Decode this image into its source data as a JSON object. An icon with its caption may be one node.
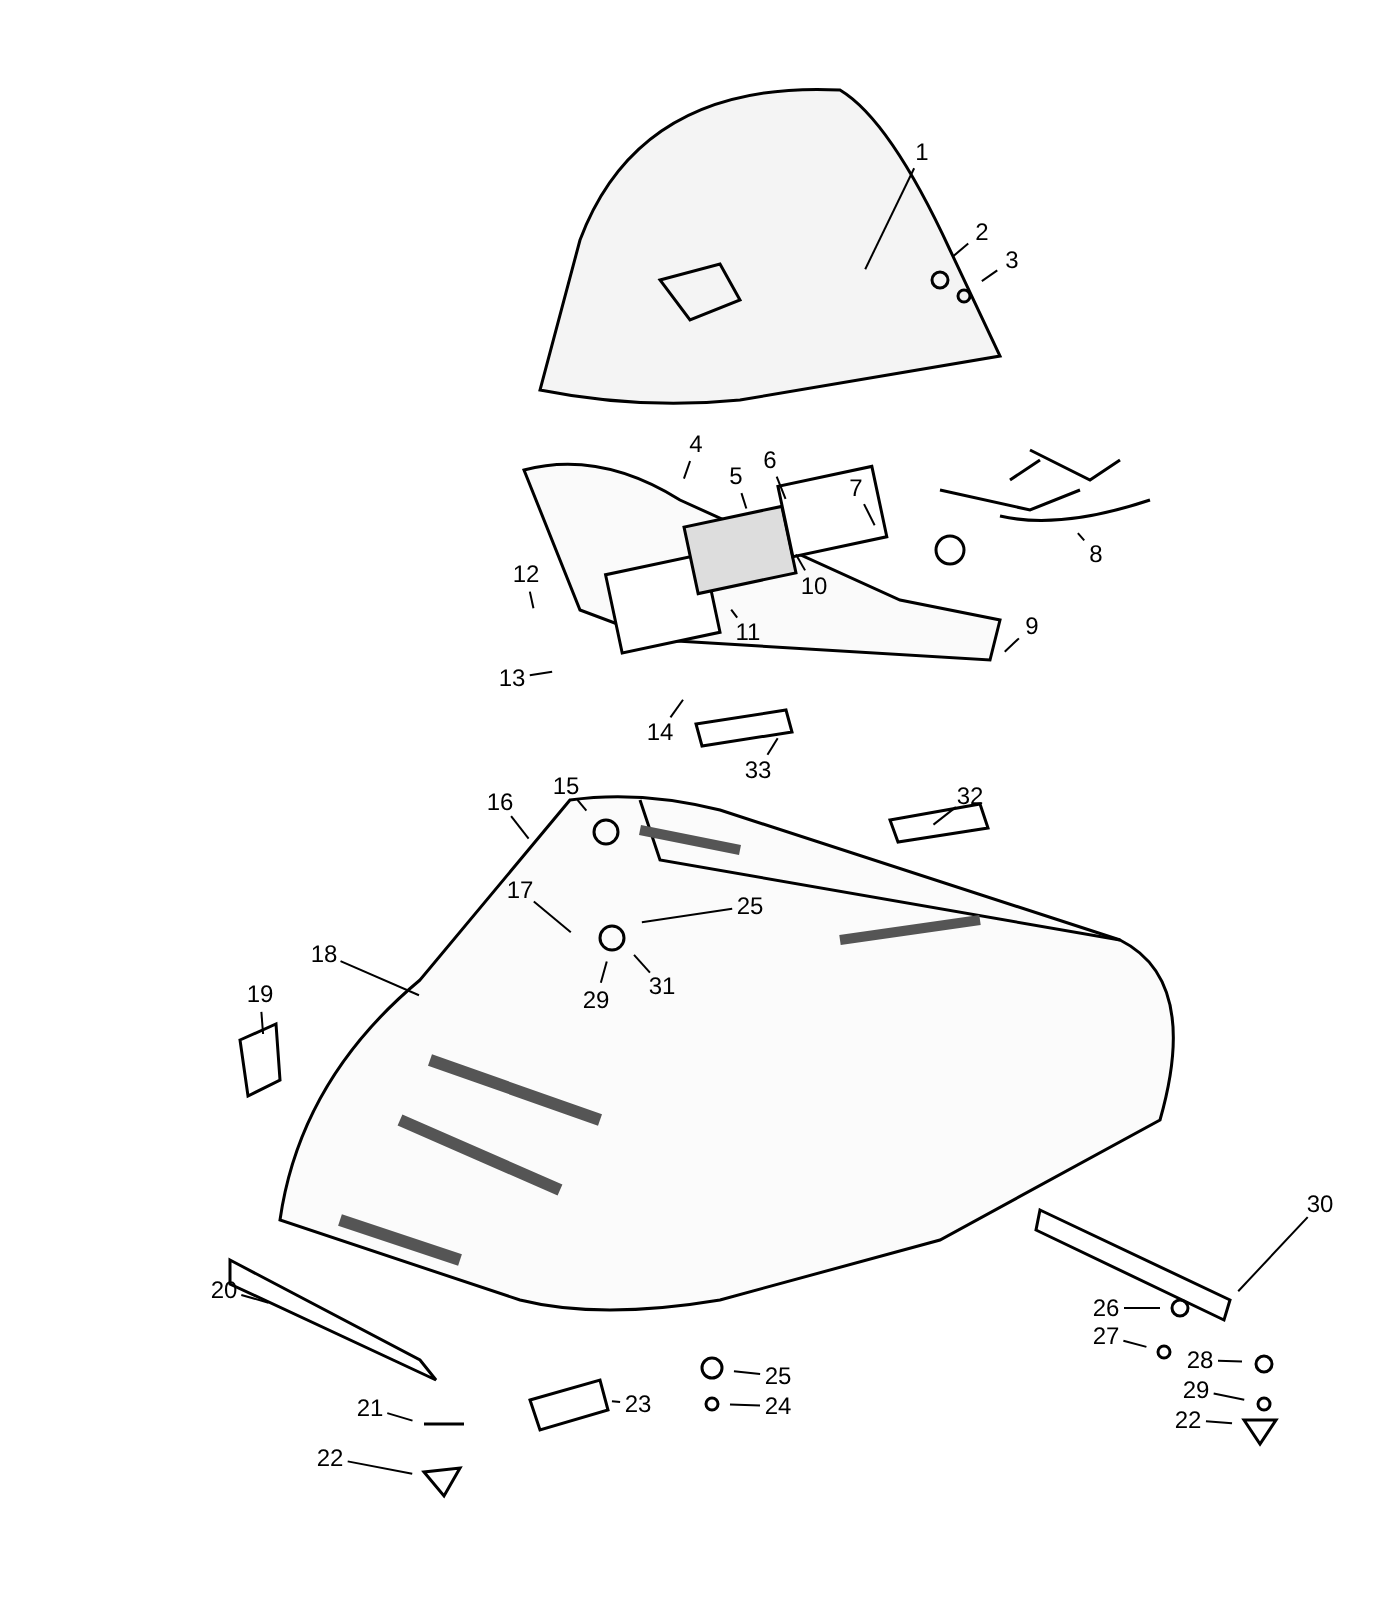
{
  "diagram": {
    "nodes": [
      {
        "text": [
          "1"
        ]
      },
      {
        "text": [
          "2"
        ]
      },
      {
        "text": [
          "3"
        ]
      },
      {
        "text": [
          "4"
        ]
      },
      {
        "text": [
          "6"
        ]
      },
      {
        "text": [
          "5"
        ]
      },
      {
        "text": [
          "7"
        ]
      },
      {
        "text": [
          "8"
        ]
      },
      {
        "text": [
          "12"
        ]
      },
      {
        "text": [
          "10"
        ]
      },
      {
        "text": [
          "9"
        ]
      },
      {
        "text": [
          "11"
        ]
      },
      {
        "text": [
          "13"
        ]
      },
      {
        "text": [
          "14"
        ]
      },
      {
        "text": [
          "33"
        ]
      },
      {
        "text": [
          "15"
        ]
      },
      {
        "text": [
          "32"
        ]
      },
      {
        "text": [
          "16"
        ]
      },
      {
        "text": [
          "17"
        ]
      },
      {
        "text": [
          "25"
        ]
      },
      {
        "text": [
          "18"
        ]
      },
      {
        "text": [
          "31"
        ]
      },
      {
        "text": [
          "19"
        ]
      },
      {
        "text": [
          "29"
        ]
      },
      {
        "text": [
          "30"
        ]
      },
      {
        "text": [
          "20"
        ]
      },
      {
        "text": [
          "26"
        ]
      },
      {
        "text": [
          "27"
        ]
      },
      {
        "text": [
          "28"
        ]
      },
      {
        "text": [
          "25"
        ]
      },
      {
        "text": [
          "29"
        ]
      },
      {
        "text": [
          "23"
        ]
      },
      {
        "text": [
          "24"
        ]
      },
      {
        "text": [
          "21"
        ]
      },
      {
        "text": [
          "22"
        ]
      },
      {
        "text": [
          "22"
        ]
      }
    ],
    "edges": [
      {
        "from": 0,
        "to": null,
        "arrow": "none"
      },
      {
        "from": 1,
        "to": null,
        "arrow": "none"
      },
      {
        "from": 2,
        "to": null,
        "arrow": "none"
      },
      {
        "from": 3,
        "to": null,
        "arrow": "none"
      },
      {
        "from": 4,
        "to": null,
        "arrow": "none"
      },
      {
        "from": 5,
        "to": null,
        "arrow": "none"
      },
      {
        "from": 6,
        "to": null,
        "arrow": "none"
      },
      {
        "from": 7,
        "to": null,
        "arrow": "none"
      },
      {
        "from": 8,
        "to": null,
        "arrow": "none"
      },
      {
        "from": 9,
        "to": null,
        "arrow": "none"
      },
      {
        "from": 10,
        "to": null,
        "arrow": "none"
      },
      {
        "from": 11,
        "to": null,
        "arrow": "none"
      },
      {
        "from": 12,
        "to": null,
        "arrow": "none"
      },
      {
        "from": 13,
        "to": null,
        "arrow": "none"
      },
      {
        "from": 14,
        "to": null,
        "arrow": "none"
      },
      {
        "from": 15,
        "to": null,
        "arrow": "none"
      },
      {
        "from": 16,
        "to": null,
        "arrow": "none"
      },
      {
        "from": 17,
        "to": null,
        "arrow": "none"
      },
      {
        "from": 18,
        "to": null,
        "arrow": "none"
      },
      {
        "from": 19,
        "to": null,
        "arrow": "none"
      },
      {
        "from": 20,
        "to": null,
        "arrow": "none"
      },
      {
        "from": 21,
        "to": null,
        "arrow": "none"
      },
      {
        "from": 22,
        "to": null,
        "arrow": "none"
      },
      {
        "from": 23,
        "to": null,
        "arrow": "none"
      },
      {
        "from": 24,
        "to": null,
        "arrow": "none"
      },
      {
        "from": 25,
        "to": null,
        "arrow": "none"
      },
      {
        "from": 26,
        "to": null,
        "arrow": "none"
      },
      {
        "from": 27,
        "to": null,
        "arrow": "none"
      },
      {
        "from": 28,
        "to": null,
        "arrow": "none"
      },
      {
        "from": 29,
        "to": null,
        "arrow": "none"
      },
      {
        "from": 30,
        "to": null,
        "arrow": "none"
      },
      {
        "from": 31,
        "to": null,
        "arrow": "none"
      },
      {
        "from": 32,
        "to": null,
        "arrow": "none"
      },
      {
        "from": 33,
        "to": null,
        "arrow": "none"
      },
      {
        "from": 34,
        "to": null,
        "arrow": "none"
      },
      {
        "from": 35,
        "to": null,
        "arrow": "none"
      }
    ]
  }
}
